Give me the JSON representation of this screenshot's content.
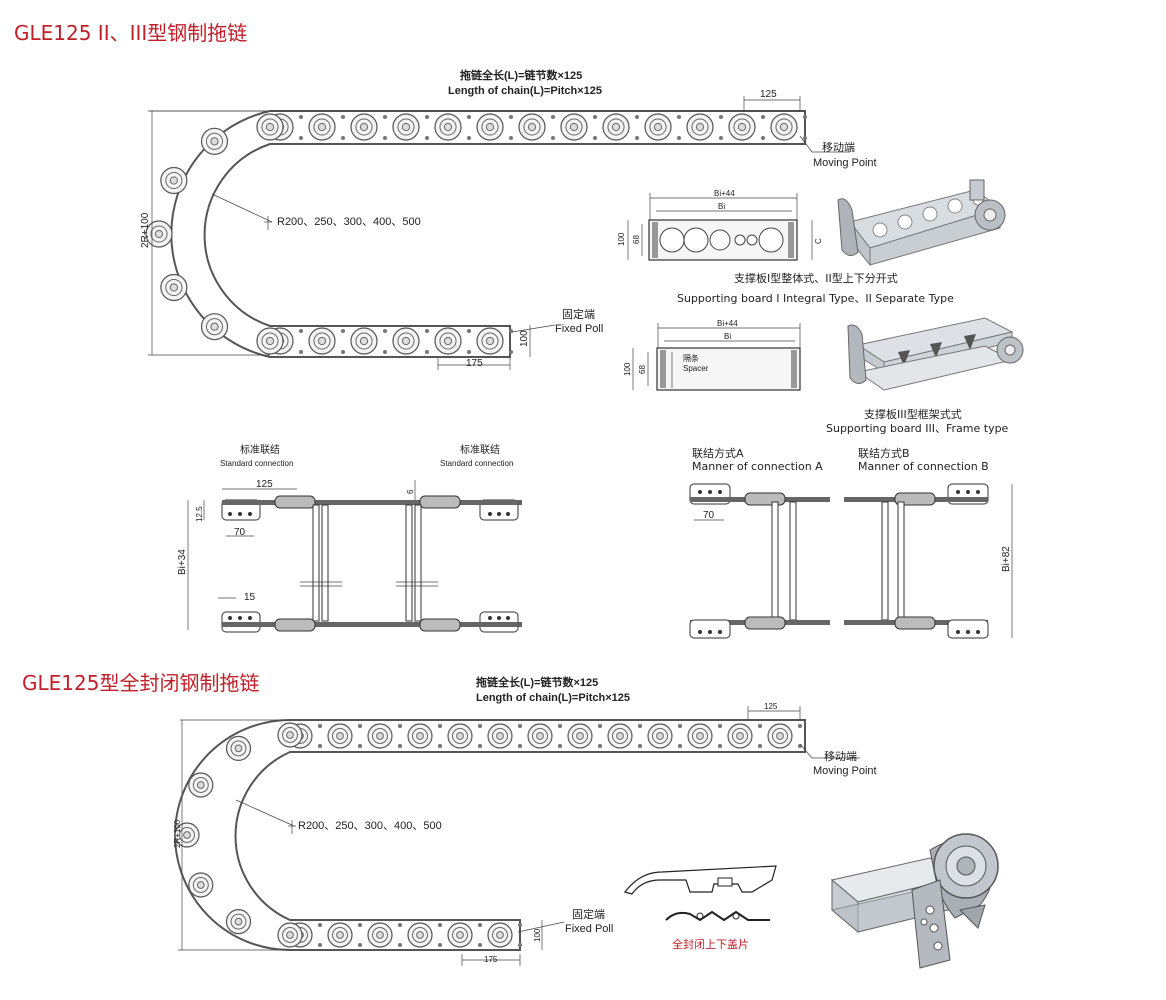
{
  "section1": {
    "title": "GLE125 II、III型钢制拖链",
    "chain_length_cn": "拖链全长(L)=链节数×125",
    "chain_length_en": "Length of chain(L)=Pitch×125",
    "pitch_dim": "125",
    "moving_cn": "移动端",
    "moving_en": "Moving Point",
    "fixed_cn": "固定端",
    "fixed_en": "Fixed Poll",
    "radius": "R200、250、300、400、500",
    "height_dim": "2R+100",
    "end_dim_100": "100",
    "end_dim_175": "175",
    "board1": {
      "bi44": "Bi+44",
      "bi": "Bi",
      "d100": "100",
      "d68": "68",
      "c": "C",
      "cap_cn": "支撑板I型整体式、II型上下分开式",
      "cap_en": "Supporting board I Integral Type、II Separate Type"
    },
    "board3": {
      "bi44": "Bi+44",
      "bi": "Bi",
      "d100": "100",
      "d68": "68",
      "spacer_cn": "隔条",
      "spacer_en": "Spacer",
      "cap_cn": "支撑板III型框架式式",
      "cap_en": "Supporting board III、Frame type"
    },
    "connections": {
      "std1_cn": "标准联结",
      "std1_en": "Standard connection",
      "std2_cn": "标准联结",
      "std2_en": "Standard connection",
      "a_cn": "联结方式A",
      "a_en": "Manner of connection A",
      "b_cn": "联结方式B",
      "b_en": "Manner of connection B",
      "d125": "125",
      "d125b": "12.5",
      "d70": "70",
      "d15": "15",
      "d6": "6",
      "bi34": "Bi+34",
      "d70a": "70",
      "bi82": "Bi+82"
    }
  },
  "section2": {
    "title": "GLE125型全封闭钢制拖链",
    "chain_length_cn": "拖链全长(L)=链节数×125",
    "chain_length_en": "Length of chain(L)=Pitch×125",
    "pitch_dim": "125",
    "moving_cn": "移动端",
    "moving_en": "Moving Point",
    "fixed_cn": "固定端",
    "fixed_en": "Fixed Poll",
    "radius": "R200、250、300、400、500",
    "height_dim": "2R+100",
    "end_dim_100": "100",
    "end_dim_175": "175",
    "cover_cn": "全封闭上下盖片"
  },
  "colors": {
    "title_red": "#c0202a",
    "line": "#333333"
  }
}
